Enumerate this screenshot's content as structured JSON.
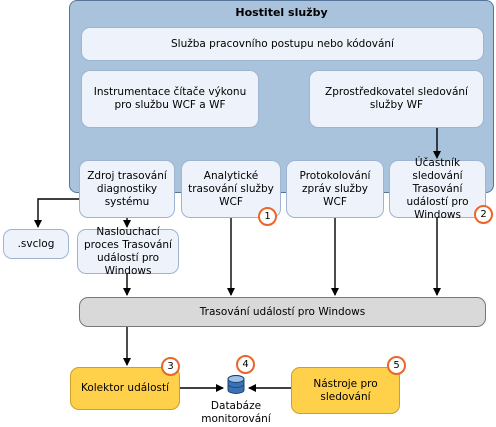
{
  "host": {
    "title": "Hostitel služby"
  },
  "workflow_service": "Služba pracovního postupu nebo kódování",
  "perf_instrumentation": "Instrumentace čítače výkonu pro službu WCF a WF",
  "tracking_provider": "Zprostředkovatel sledování služby WF",
  "sources": {
    "system_diagnostics": "Zdroj trasování diagnostiky systému",
    "wcf_analytic": "Analytické trasování služby WCF",
    "wcf_message_logging": "Protokolování zpráv služby WCF",
    "etw_tracking_participant": "Účastník sledování Trasování událostí pro Windows"
  },
  "svclog": ".svclog",
  "etw_listener": "Naslouchací proces Trasování událostí pro Windows",
  "etw_bus": "Trasování událostí pro Windows",
  "event_collector": "Kolektor událostí",
  "monitoring_db": "Databáze monitorování",
  "monitoring_tools": "Nástroje pro sledování",
  "badges": [
    "1",
    "2",
    "3",
    "4",
    "5"
  ]
}
